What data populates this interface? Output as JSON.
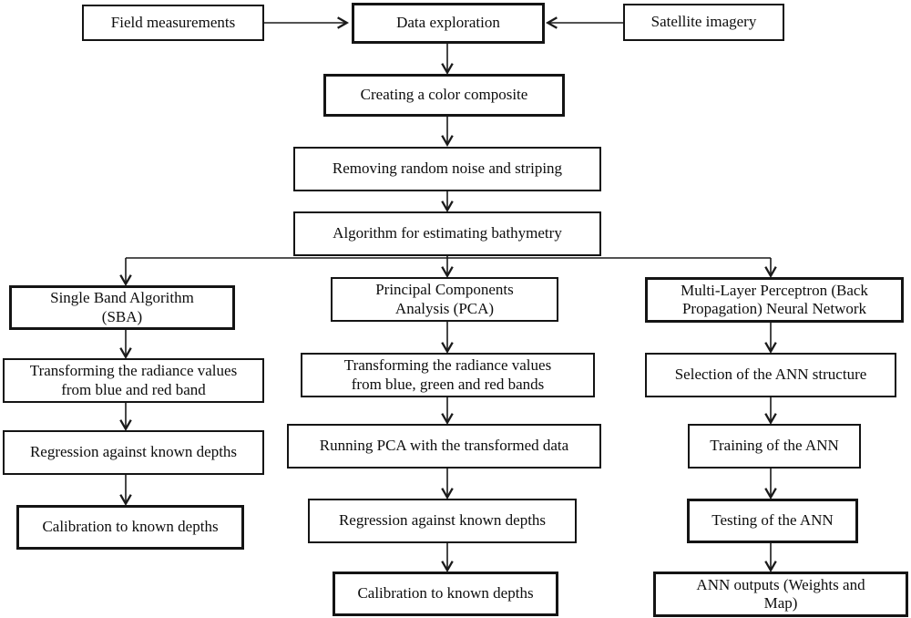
{
  "nodes": {
    "field_measurements": "Field measurements",
    "data_exploration": "Data exploration",
    "satellite_imagery": "Satellite imagery",
    "color_composite": "Creating a color composite",
    "remove_noise": "Removing random noise and striping",
    "algorithm": "Algorithm for estimating bathymetry",
    "sba": "Single Band Algorithm (SBA)",
    "sba_transform": "Transforming the radiance values from blue and red band",
    "sba_regression": "Regression against known depths",
    "sba_calibration": "Calibration to known depths",
    "pca": "Principal Components Analysis (PCA)",
    "pca_transform": "Transforming the radiance values from blue, green and red bands",
    "pca_running": "Running PCA with the transformed data",
    "pca_regression": "Regression against known depths",
    "pca_calibration": "Calibration to known depths",
    "mlp": "Multi-Layer Perceptron (Back Propagation) Neural Network",
    "ann_selection": "Selection of the ANN structure",
    "ann_training": "Training of the ANN",
    "ann_testing": "Testing of the ANN",
    "ann_outputs": "ANN outputs (Weights and Map)"
  },
  "colors": {
    "line": "#1a1a1a",
    "box_border": "#141414",
    "background": "#ffffff"
  }
}
